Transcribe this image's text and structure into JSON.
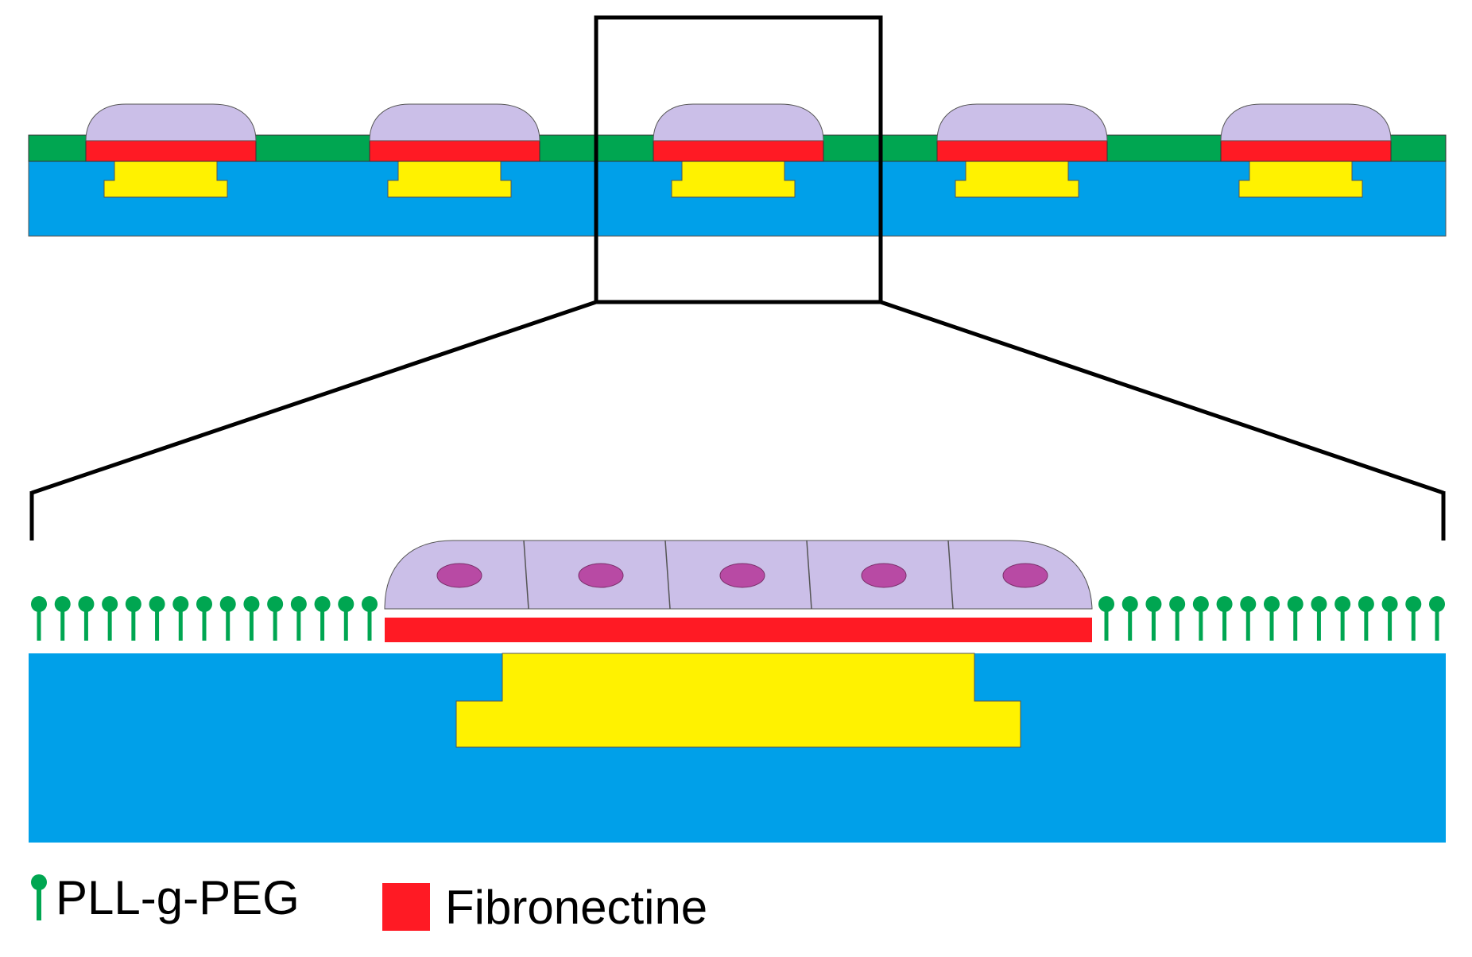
{
  "colors": {
    "substrate": "#00a0e9",
    "electrode": "#fff200",
    "fibronectin": "#ff1a24",
    "pll_g_peg": "#00a651",
    "cell": "#cbbfe8",
    "nucleus": "#b84aa4",
    "outline": "#000000"
  },
  "overview": {
    "pattern_count": 5
  },
  "zoom": {
    "cell_count": 5,
    "peg_left_count": 15,
    "peg_right_count": 15
  },
  "legend": {
    "pll_g_peg": {
      "label": "PLL-g-PEG",
      "icon": "pll-g-peg-brush-icon"
    },
    "fibronectin": {
      "label": "Fibronectine",
      "icon": "red-square-icon"
    }
  }
}
